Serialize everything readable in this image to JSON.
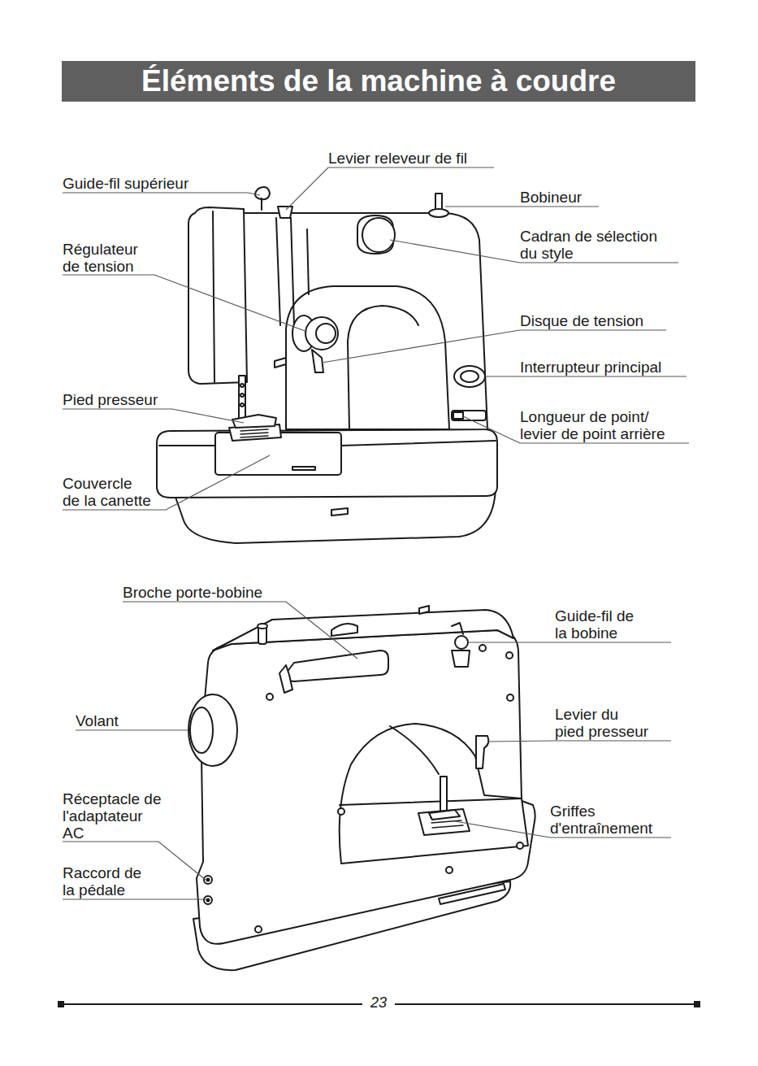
{
  "diagram": {
    "title": "Éléments de la machine à coudre",
    "labels": [
      "Levier releveur de fil",
      "Guide-fil supérieur",
      "Bobineur",
      "Cadran de sélection du style",
      "Régulateur de tension",
      "Disque de tension",
      "Interrupteur principal",
      "Pied presseur",
      "Longueur de point/ levier de point arrière",
      "Couvercle de la canette",
      "Broche porte-bobine",
      "Guide-fil de la bobine",
      "Volant",
      "Levier du pied presseur",
      "Réceptacle de l'adaptateur AC",
      "Griffes d'entraînement",
      "Raccord de la pédale",
      "23"
    ]
  }
}
